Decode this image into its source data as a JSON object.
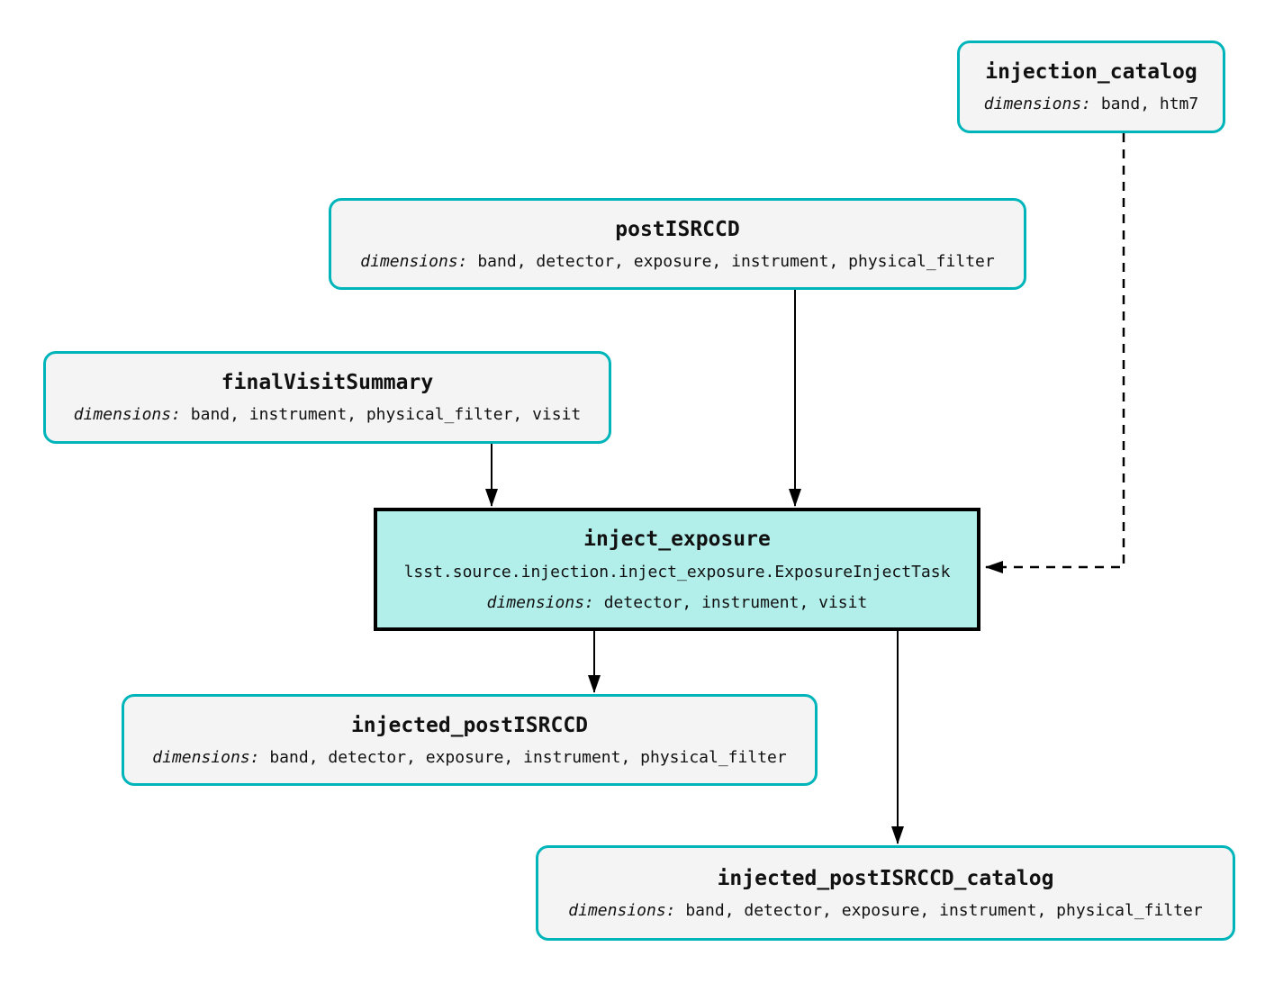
{
  "diagram": {
    "colors": {
      "accent": "#00b5ba",
      "dataset_fill": "#f4f4f4",
      "task_fill": "#b2efeb",
      "task_border": "#000000",
      "arrow": "#000000",
      "page_bg": "#ffffff"
    },
    "nodes": {
      "injection_catalog": {
        "title": "injection_catalog",
        "dims_label": "dimensions:",
        "dims": "band, htm7"
      },
      "postISRCCD": {
        "title": "postISRCCD",
        "dims_label": "dimensions:",
        "dims": "band, detector, exposure, instrument, physical_filter"
      },
      "finalVisitSummary": {
        "title": "finalVisitSummary",
        "dims_label": "dimensions:",
        "dims": "band, instrument, physical_filter, visit"
      },
      "inject_exposure": {
        "title": "inject_exposure",
        "task_class": "lsst.source.injection.inject_exposure.ExposureInjectTask",
        "dims_label": "dimensions:",
        "dims": "detector, instrument, visit"
      },
      "injected_postISRCCD": {
        "title": "injected_postISRCCD",
        "dims_label": "dimensions:",
        "dims": "band, detector, exposure, instrument, physical_filter"
      },
      "injected_postISRCCD_catalog": {
        "title": "injected_postISRCCD_catalog",
        "dims_label": "dimensions:",
        "dims": "band, detector, exposure, instrument, physical_filter"
      }
    },
    "edges": [
      {
        "from": "finalVisitSummary",
        "to": "inject_exposure",
        "style": "solid"
      },
      {
        "from": "postISRCCD",
        "to": "inject_exposure",
        "style": "solid"
      },
      {
        "from": "injection_catalog",
        "to": "inject_exposure",
        "style": "dashed"
      },
      {
        "from": "inject_exposure",
        "to": "injected_postISRCCD",
        "style": "solid"
      },
      {
        "from": "inject_exposure",
        "to": "injected_postISRCCD_catalog",
        "style": "solid"
      }
    ]
  }
}
